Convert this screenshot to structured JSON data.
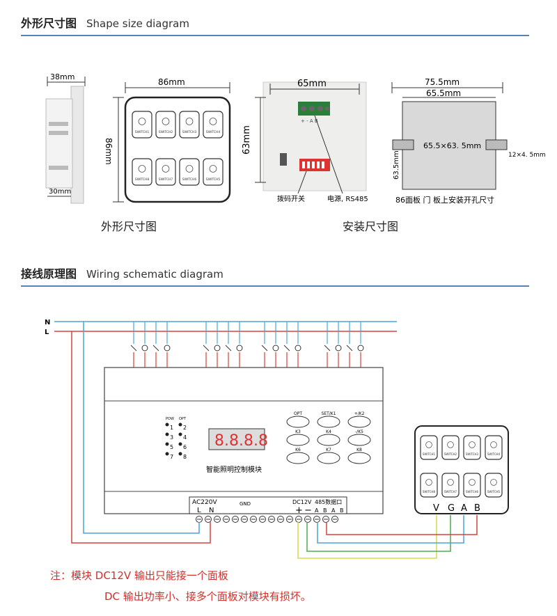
{
  "section1": {
    "title_cn": "外形尺寸图",
    "title_en": "Shape size diagram"
  },
  "section2": {
    "title_cn": "接线原理图",
    "title_en": "Wiring schematic diagram"
  },
  "dims": {
    "side_top": "38mm",
    "side_bottom": "30mm",
    "front_width": "86mm",
    "front_height": "86mm",
    "back_width": "65mm",
    "back_height": "63mm",
    "dip_label": "拨码开关",
    "power_label": "电源, RS485",
    "back_terminal_text": "+ - A B",
    "cut_outer": "75.5mm",
    "cut_inner": "65.5mm",
    "cut_center": "65.5×63. 5mm",
    "cut_height": "63.5mm",
    "cut_slot": "12×4. 5mm",
    "cut_note": "86面板 门 板上安装开孔尺寸"
  },
  "panel_switches": [
    "SWITCH1",
    "SWITCH2",
    "SWITCH3",
    "SWITCH4",
    "SWITCH8",
    "SWITCH7",
    "SWITCH6",
    "SWITCH5"
  ],
  "captions": {
    "shape": "外形尺寸图",
    "install": "安装尺寸图"
  },
  "wiring": {
    "line_n": "N",
    "line_l": "L",
    "module_name": "智能照明控制模块",
    "display": "8.8.8.8",
    "indicator_labels": [
      "POW",
      "OPT"
    ],
    "indicator_nums_left": [
      "1",
      "3",
      "5",
      "7"
    ],
    "indicator_nums_right": [
      "2",
      "4",
      "6",
      "8"
    ],
    "keys": [
      "OPT",
      "SET/K1",
      "+/K2",
      "K3",
      "K4",
      "-/K5",
      "K6",
      "K7",
      "K8"
    ],
    "term_ac": "AC220V",
    "term_l": "L",
    "term_n": "N",
    "term_gnd": "GND",
    "term_dc": "DC12V",
    "term_485": "485数据口",
    "term_485_pins": [
      "A",
      "B",
      "A",
      "B"
    ],
    "term_plus": "+",
    "term_minus": "−",
    "panel_pins": [
      "V",
      "G",
      "A",
      "B"
    ]
  },
  "note": {
    "line1": "注：模块 DC12V 输出只能接一个面板",
    "line2": "DC 输出功率小、接多个面板对模块有损坏。"
  },
  "colors": {
    "accent": "#5a7fb5",
    "n_wire": "#4aa3d8",
    "l_wire": "#d9403a",
    "note": "#d0302a"
  }
}
